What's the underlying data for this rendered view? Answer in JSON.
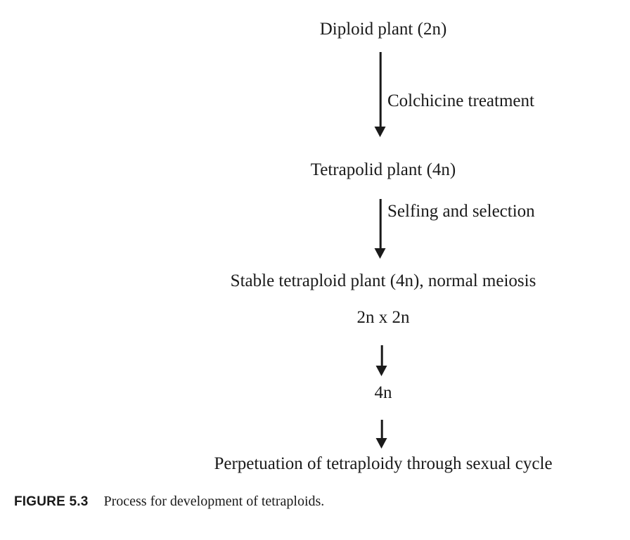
{
  "figure": {
    "label": "FIGURE 5.3",
    "caption": "Process for development of tetraploids.",
    "background_color": "#ffffff",
    "ink_color": "#1a1a1a"
  },
  "flow": {
    "nodes": [
      {
        "id": "diploid",
        "text": "Diploid plant (2n)"
      },
      {
        "id": "tetraploid",
        "text": "Tetrapolid plant (4n)"
      },
      {
        "id": "stable",
        "text": "Stable tetraploid plant (4n), normal meiosis"
      },
      {
        "id": "cross",
        "text": "2n x 2n"
      },
      {
        "id": "progeny",
        "text": "4n"
      },
      {
        "id": "perpetuation",
        "text": "Perpetuation of tetraploidy through sexual cycle"
      }
    ],
    "arrows": [
      {
        "id": "arrow-colchicine",
        "label": "Colchicine treatment"
      },
      {
        "id": "arrow-selfing",
        "label": "Selfing and selection"
      },
      {
        "id": "arrow-cross",
        "label": ""
      },
      {
        "id": "arrow-progeny",
        "label": ""
      }
    ]
  }
}
